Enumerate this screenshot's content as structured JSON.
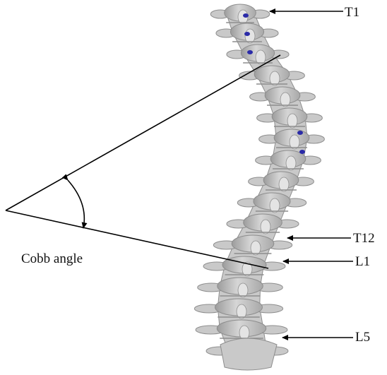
{
  "figure": {
    "vertebra_labels": {
      "t1": "T1",
      "t12": "T12",
      "l1": "L1",
      "l5": "L5"
    },
    "angle_label": "Cobb angle",
    "colors": {
      "bone": "#c9c9c9",
      "bone_shadow": "#8d8d8d",
      "bone_highlight": "#e4e4e4",
      "line": "#000000",
      "marker": "#2b2ba8"
    }
  }
}
